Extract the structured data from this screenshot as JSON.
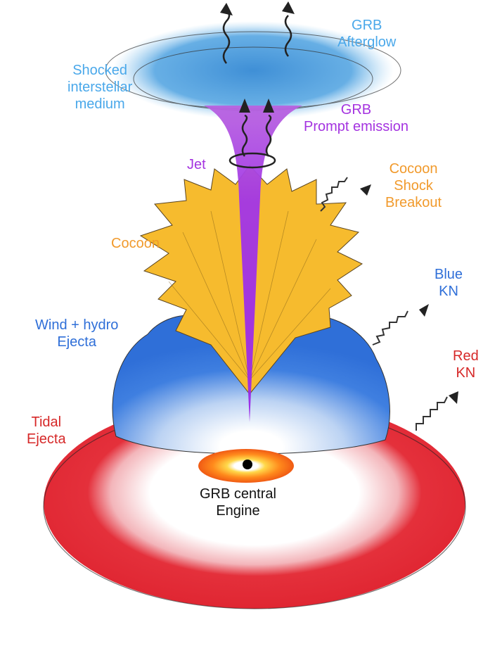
{
  "colors": {
    "ism": "#3fa0e6",
    "jet": "#a433e0",
    "cocoon": "#f19a2c",
    "blue_kn": "#2f6fd8",
    "red_kn": "#d62828",
    "engine": "#111111"
  },
  "labels": {
    "shocked_ism": [
      "Shocked",
      "interstellar",
      "medium"
    ],
    "grb_afterglow": [
      "GRB",
      "Afterglow"
    ],
    "grb_prompt": [
      "GRB",
      "Prompt emission"
    ],
    "jet": [
      "Jet"
    ],
    "cocoon_breakout": [
      "Cocoon",
      "Shock",
      "Breakout"
    ],
    "cocoon": [
      "Cocoon"
    ],
    "blue_kn": [
      "Blue",
      "KN"
    ],
    "wind_hydro": [
      "Wind + hydro",
      "Ejecta"
    ],
    "red_kn": [
      "Red",
      "KN"
    ],
    "tidal": [
      "Tidal",
      "Ejecta"
    ],
    "engine": [
      "GRB central",
      "Engine"
    ]
  }
}
